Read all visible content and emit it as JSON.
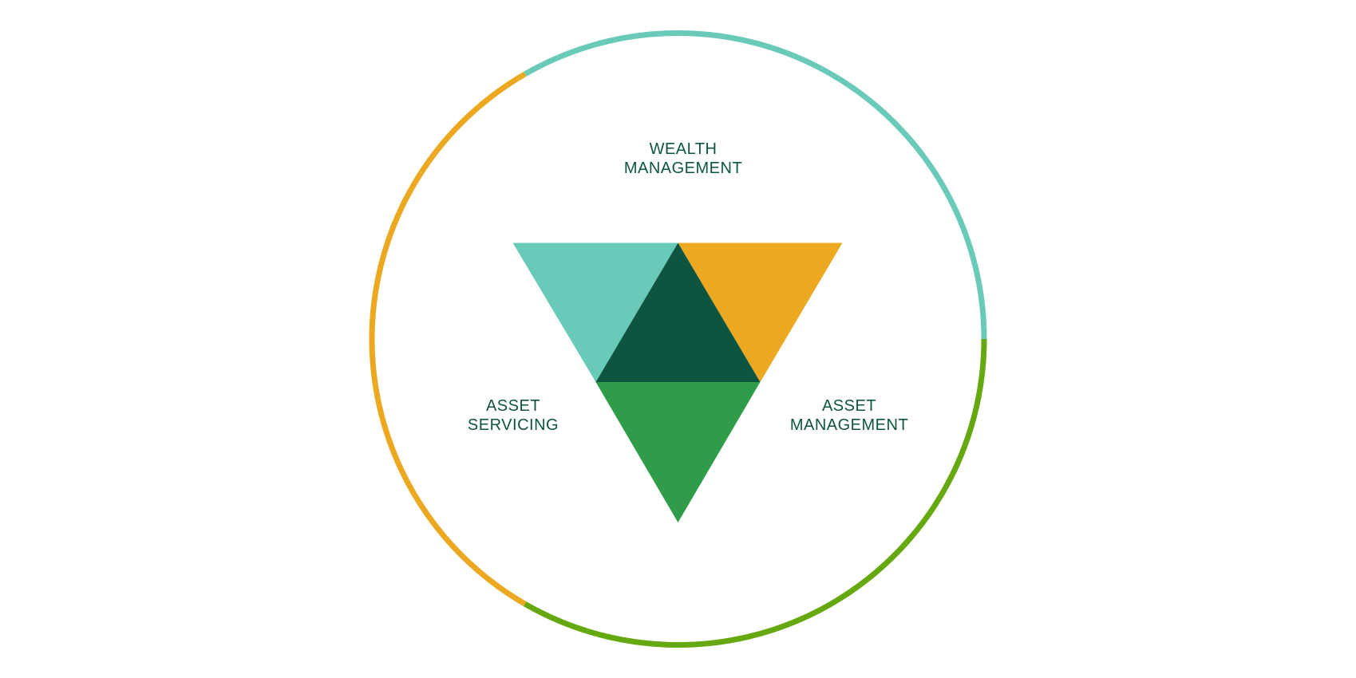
{
  "colors": {
    "teal": "#6acaba",
    "orange": "#eca821",
    "green_ring": "#66a80f",
    "dark_green": "#0d5540",
    "mid_green": "#2e9c48",
    "text": "#0d5540"
  },
  "labels": {
    "wealth_management": [
      "WEALTH",
      "MANAGEMENT"
    ],
    "asset_servicing": [
      "ASSET",
      "SERVICING"
    ],
    "asset_management": [
      "ASSET",
      "MANAGEMENT"
    ]
  }
}
